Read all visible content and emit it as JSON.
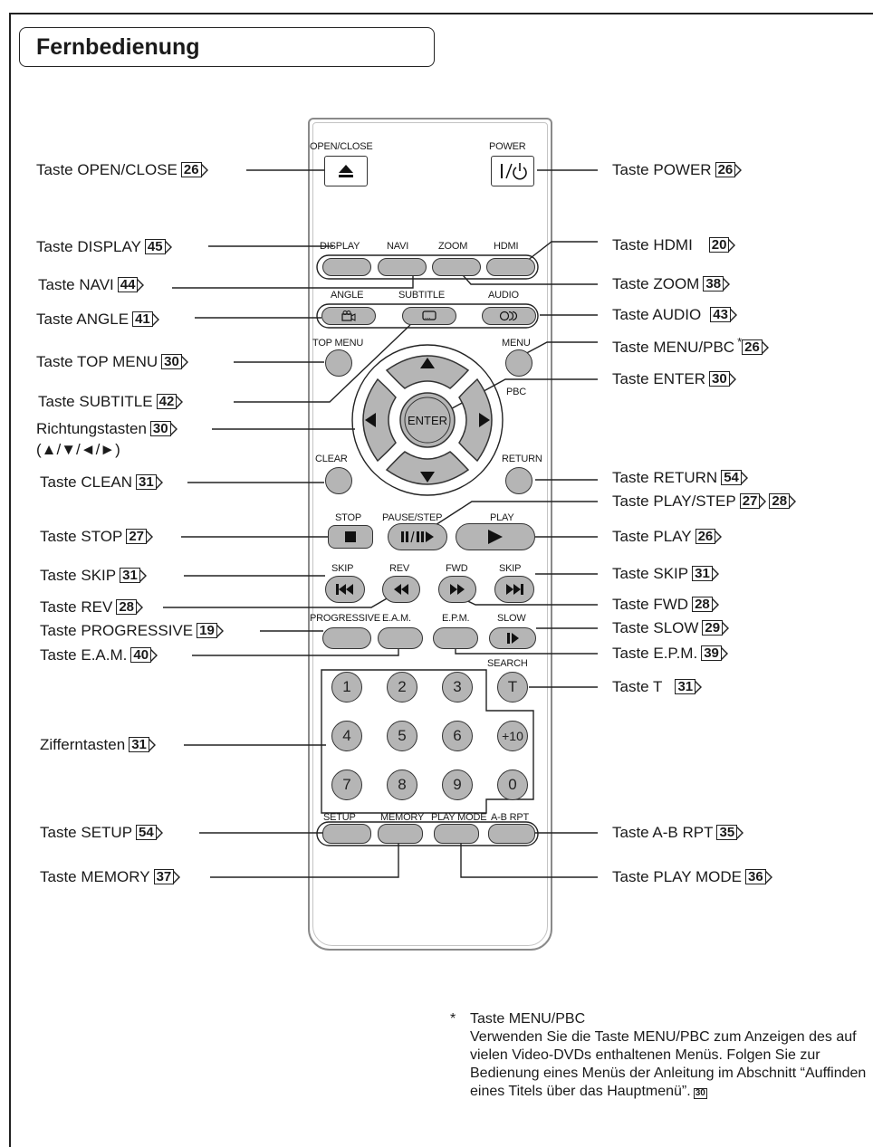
{
  "title": "Fernbedienung",
  "labels": {
    "open_close": {
      "text": "Taste OPEN/CLOSE",
      "ref": "26"
    },
    "display": {
      "text": "Taste DISPLAY",
      "ref": "45"
    },
    "navi": {
      "text": "Taste NAVI",
      "ref": "44"
    },
    "angle": {
      "text": "Taste ANGLE",
      "ref": "41"
    },
    "top_menu": {
      "text": "Taste TOP MENU",
      "ref": "30"
    },
    "subtitle": {
      "text": "Taste SUBTITLE",
      "ref": "42"
    },
    "direction": {
      "text": "Richtungstasten",
      "ref": "30",
      "sub": "(▲/▼/◄/►)"
    },
    "clean": {
      "text": "Taste CLEAN",
      "ref": "31"
    },
    "stop": {
      "text": "Taste STOP",
      "ref": "27"
    },
    "skip_left": {
      "text": "Taste SKIP",
      "ref": "31"
    },
    "rev": {
      "text": "Taste REV",
      "ref": "28"
    },
    "progressive": {
      "text": "Taste PROGRESSIVE",
      "ref": "19"
    },
    "eam": {
      "text": "Taste E.A.M.",
      "ref": "40"
    },
    "numbers": {
      "text": "Zifferntasten",
      "ref": "31"
    },
    "setup": {
      "text": "Taste SETUP",
      "ref": "54"
    },
    "memory": {
      "text": "Taste MEMORY",
      "ref": "37"
    },
    "power": {
      "text": "Taste POWER",
      "ref": "26"
    },
    "hdmi": {
      "text": "Taste HDMI",
      "ref": "20"
    },
    "zoom": {
      "text": "Taste ZOOM",
      "ref": "38"
    },
    "audio": {
      "text": "Taste AUDIO",
      "ref": "43"
    },
    "menu_pbc": {
      "text": "Taste MENU/PBC",
      "star": "*",
      "ref": "26"
    },
    "enter": {
      "text": "Taste ENTER",
      "ref": "30"
    },
    "return": {
      "text": "Taste RETURN",
      "ref": "54"
    },
    "play_step": {
      "text": "Taste PLAY/STEP",
      "ref": "27",
      "ref2": "28"
    },
    "play": {
      "text": "Taste PLAY",
      "ref": "26"
    },
    "skip_right": {
      "text": "Taste SKIP",
      "ref": "31"
    },
    "fwd": {
      "text": "Taste FWD",
      "ref": "28"
    },
    "slow": {
      "text": "Taste SLOW",
      "ref": "29"
    },
    "epm": {
      "text": "Taste E.P.M.",
      "ref": "39"
    },
    "t": {
      "text": "Taste T",
      "ref": "31"
    },
    "ab_rpt": {
      "text": "Taste A-B RPT",
      "ref": "35"
    },
    "play_mode": {
      "text": "Taste PLAY MODE",
      "ref": "36"
    }
  },
  "remote": {
    "open_close": "OPEN/CLOSE",
    "power": "POWER",
    "display": "DISPLAY",
    "navi": "NAVI",
    "zoom": "ZOOM",
    "hdmi": "HDMI",
    "angle": "ANGLE",
    "subtitle": "SUBTITLE",
    "audio": "AUDIO",
    "top_menu": "TOP MENU",
    "menu": "MENU",
    "pbc": "PBC",
    "enter": "ENTER",
    "clear": "CLEAR",
    "return": "RETURN",
    "stop": "STOP",
    "pause_step": "PAUSE/STEP",
    "play": "PLAY",
    "skip": "SKIP",
    "rev": "REV",
    "fwd": "FWD",
    "skip2": "SKIP",
    "progressive": "PROGRESSIVE",
    "eam": "E.A.M.",
    "epm": "E.P.M.",
    "slow": "SLOW",
    "search": "SEARCH",
    "t": "T",
    "digits": [
      "1",
      "2",
      "3",
      "4",
      "5",
      "6",
      "+10",
      "7",
      "8",
      "9",
      "0"
    ],
    "setup": "SETUP",
    "memory": "MEMORY",
    "play_mode": "PLAY MODE",
    "ab_rpt": "A-B RPT"
  },
  "icons": {
    "eject": "eject-icon",
    "power": "power-icon",
    "angle": "camera-icon",
    "subtitle": "speech-icon",
    "audio": "audio-icon"
  },
  "footnote": {
    "star": "*",
    "title": "Taste MENU/PBC",
    "body": "Verwenden Sie die Taste MENU/PBC zum Anzeigen des auf vielen Video-DVDs enthaltenen Menüs. Folgen Sie zur Bedienung eines Menüs der Anleitung im Abschnitt “Auffinden eines Titels über das Hauptmenü”.",
    "ref": "30"
  }
}
